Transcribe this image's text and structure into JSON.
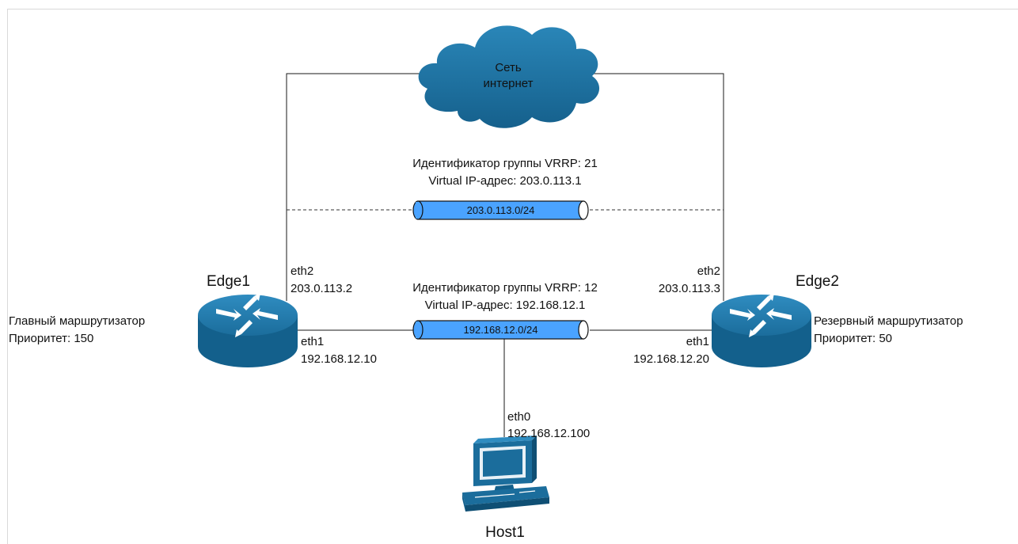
{
  "cloud": {
    "label_line1": "Сеть",
    "label_line2": "интернет"
  },
  "vrrp_wan": {
    "group_line": "Идентификатор группы VRRP: 21",
    "vip_line": "Virtual IP-адрес: 203.0.113.1",
    "subnet": "203.0.113.0/24"
  },
  "vrrp_lan": {
    "group_line": "Идентификатор группы VRRP: 12",
    "vip_line": "Virtual IP-адрес: 192.168.12.1",
    "subnet": "192.168.12.0/24"
  },
  "edge1": {
    "name": "Edge1",
    "role": "Главный маршрутизатор",
    "priority": "Приоритет: 150",
    "eth2_name": "eth2",
    "eth2_ip": "203.0.113.2",
    "eth1_name": "eth1",
    "eth1_ip": "192.168.12.10"
  },
  "edge2": {
    "name": "Edge2",
    "role": "Резервный маршрутизатор",
    "priority": "Приоритет: 50",
    "eth2_name": "eth2",
    "eth2_ip": "203.0.113.3",
    "eth1_name": "eth1",
    "eth1_ip": "192.168.12.20"
  },
  "host1": {
    "name": "Host1",
    "eth0_name": "eth0",
    "eth0_ip": "192.168.12.100"
  },
  "colors": {
    "device_blue": "#1b6d9c",
    "device_dark": "#0f4f74",
    "subnet_fill": "#4aa3ff",
    "link": "#1a1a1a"
  }
}
